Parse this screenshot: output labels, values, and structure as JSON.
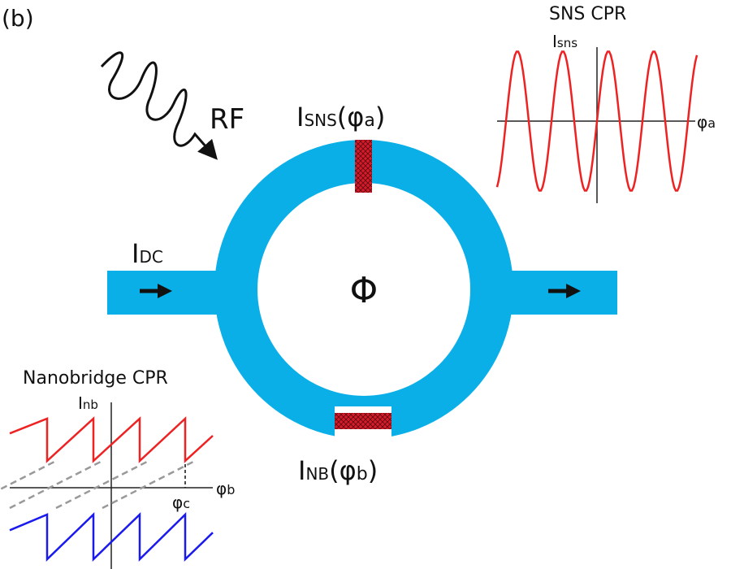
{
  "panel_label": "(b)",
  "rf_label": "RF",
  "dc_label": {
    "main": "I",
    "sub": "DC"
  },
  "flux_label": "Φ",
  "sns_junction_label": {
    "main": "I",
    "sub": "SNS",
    "arg": "(φ",
    "arg_sub": "a",
    "close": ")"
  },
  "nb_junction_label": {
    "main": "I",
    "sub": "NB",
    "arg": "(φ",
    "arg_sub": "b",
    "close": ")"
  },
  "sns_cpr": {
    "title": "SNS CPR",
    "y_label": {
      "main": "I",
      "sub": "sns"
    },
    "x_label": {
      "main": "φ",
      "sub": "a"
    }
  },
  "nb_cpr": {
    "title": "Nanobridge CPR",
    "y_label": {
      "main": "I",
      "sub": "nb"
    },
    "x_label": {
      "main": "φ",
      "sub": "b"
    },
    "marker_label": {
      "main": "φ",
      "sub": "c"
    }
  },
  "colors": {
    "ring": "#0aafe8",
    "junction": "#d61a2a",
    "red_curve": "#ee2222",
    "blue_curve": "#1a1aee",
    "dashed": "#999999"
  }
}
